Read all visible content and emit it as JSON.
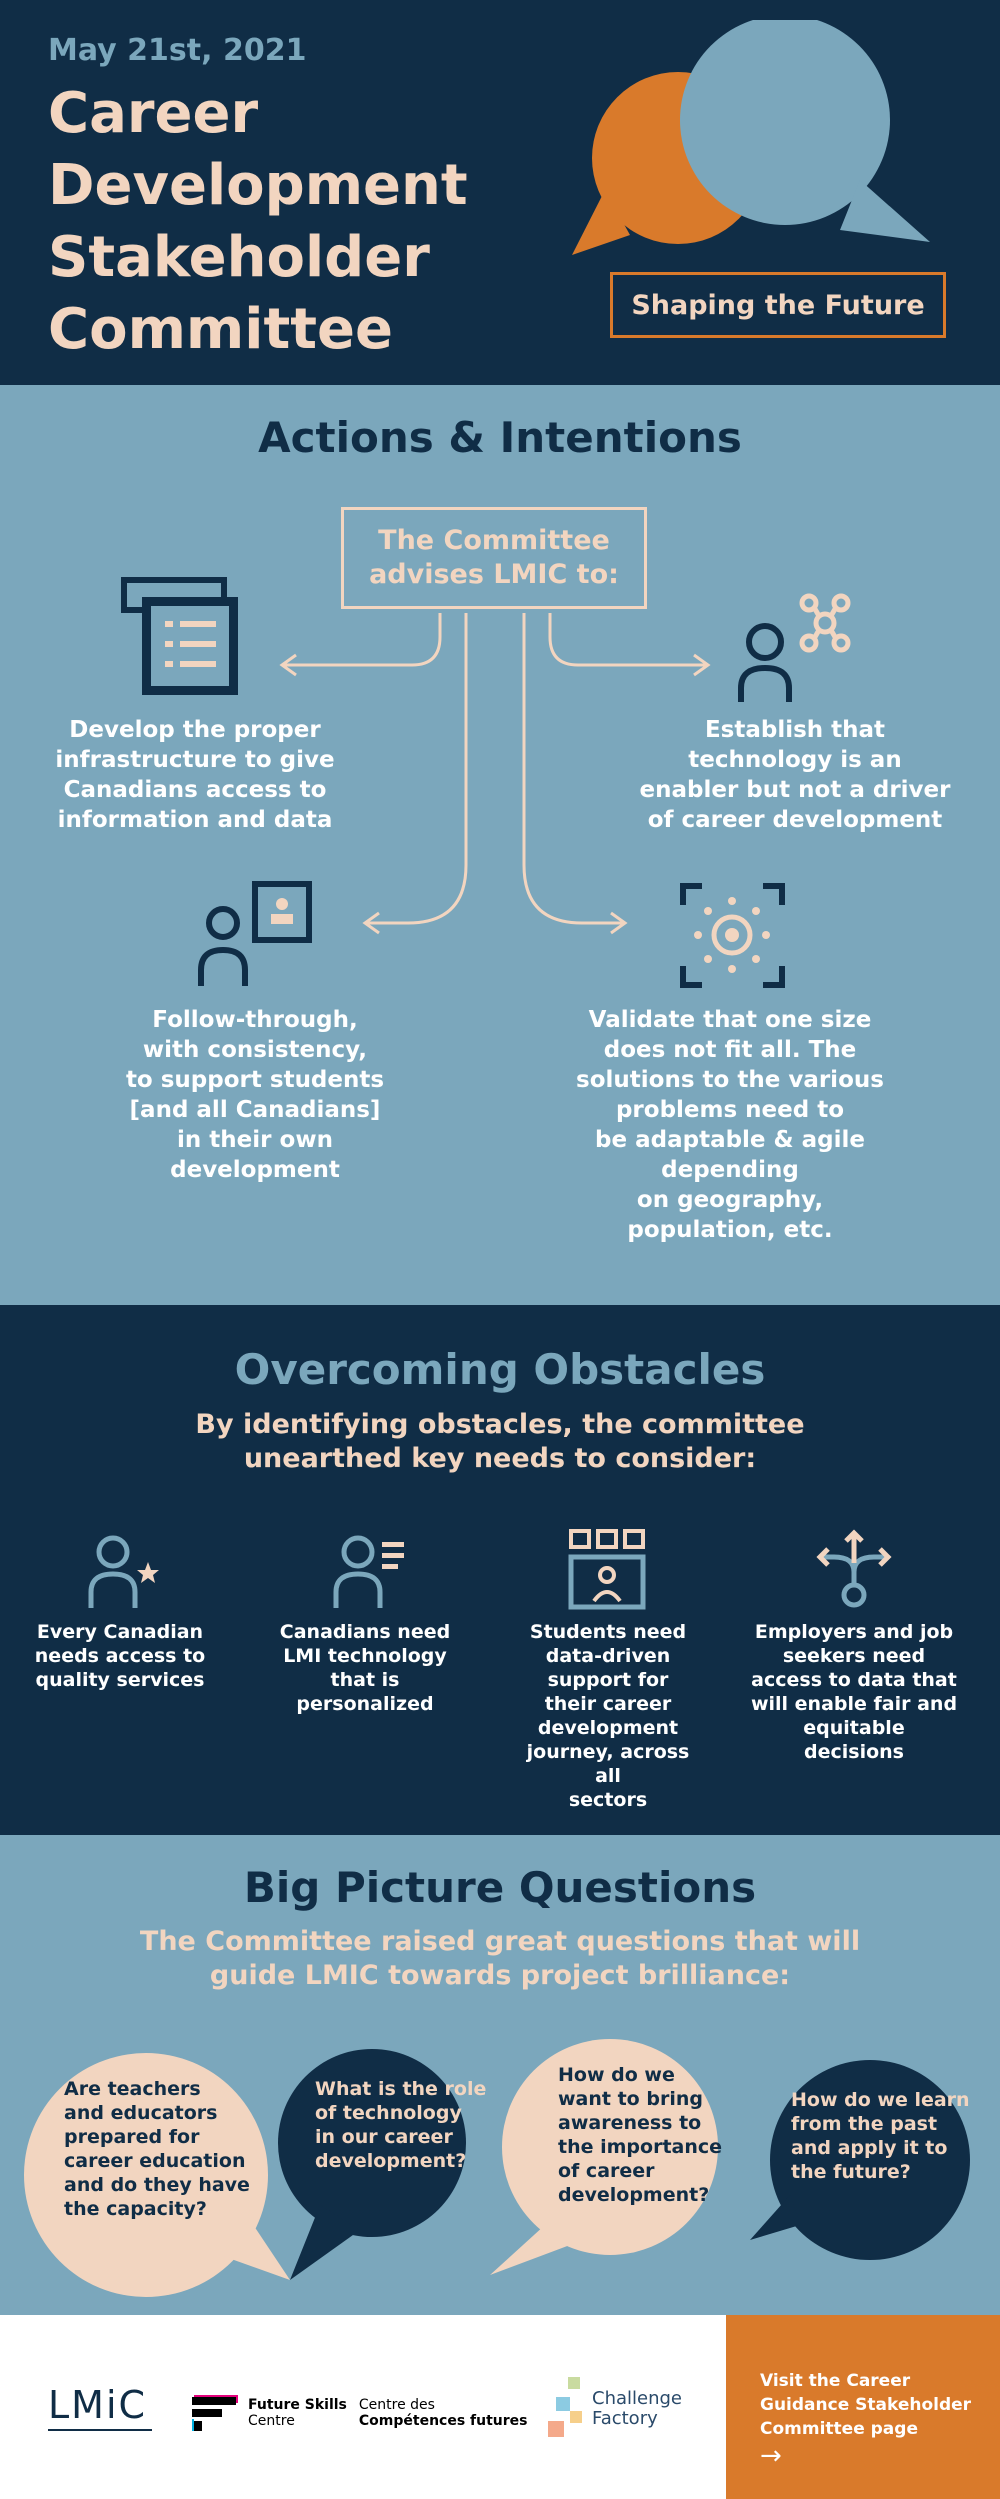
{
  "header": {
    "date": "May 21st, 2021",
    "title_lines": [
      "Career",
      "Development",
      "Stakeholder",
      "Committee"
    ],
    "tagline": "Shaping the Future"
  },
  "actions": {
    "heading": "Actions & Intentions",
    "advises_line1": "The Committee",
    "advises_line2": "advises LMIC to:",
    "items": [
      {
        "lines": [
          "Develop the proper",
          "infrastructure to give",
          "Canadians access to",
          "information and data"
        ],
        "icon": "document-list-icon"
      },
      {
        "lines": [
          "Establish that",
          "technology is an",
          "enabler but not a driver",
          "of career development"
        ],
        "icon": "person-network-icon"
      },
      {
        "lines": [
          "Follow-through,",
          "with consistency,",
          "to support students",
          "[and all Canadians]",
          "in their own",
          "development"
        ],
        "icon": "person-id-card-icon"
      },
      {
        "lines": [
          "Validate that one size",
          "does not fit all. The",
          "solutions to the various",
          "problems need to",
          "be adaptable & agile",
          "depending",
          "on geography,",
          "population, etc."
        ],
        "icon": "target-scan-icon"
      }
    ]
  },
  "obstacles": {
    "heading": "Overcoming Obstacles",
    "sub_line1": "By identifying obstacles, the committee",
    "sub_line2": "unearthed key needs to consider:",
    "items": [
      {
        "lines": [
          "Every Canadian",
          "needs access to",
          "quality services"
        ],
        "icon": "person-star-icon"
      },
      {
        "lines": [
          "Canadians need",
          "LMI technology",
          "that is",
          "personalized"
        ],
        "icon": "person-list-icon"
      },
      {
        "lines": [
          "Students need",
          "data-driven",
          "support for",
          "their career",
          "development",
          "journey, across all",
          "sectors"
        ],
        "icon": "profile-board-icon"
      },
      {
        "lines": [
          "Employers and job",
          "seekers need",
          "access to data that",
          "will enable fair and",
          "equitable decisions"
        ],
        "icon": "branching-arrows-icon"
      }
    ]
  },
  "questions": {
    "heading": "Big Picture Questions",
    "sub_line1": "The Committee raised great questions that will",
    "sub_line2": "guide LMIC towards project brilliance:",
    "items": [
      {
        "lines": [
          "Are teachers",
          "and educators",
          "prepared for",
          "career education",
          "and do they have",
          "the capacity?"
        ]
      },
      {
        "lines": [
          "What is the role",
          "of technology",
          "in our career",
          "development?"
        ]
      },
      {
        "lines": [
          "How do we",
          "want to bring",
          "awareness to",
          "the importance",
          "of career",
          "development?"
        ]
      },
      {
        "lines": [
          "How do we learn",
          "from the past",
          "and apply it to",
          "the future?"
        ]
      }
    ]
  },
  "footer": {
    "lmic_logo": "LMiC",
    "fsc_en_1": "Future Skills",
    "fsc_en_2": "Centre",
    "fsc_fr_1": "Centre des",
    "fsc_fr_2": "Compétences futures",
    "cf_1": "Challenge",
    "cf_2": "Factory",
    "cta_lines": [
      "Visit the Career",
      "Guidance Stakeholder",
      "Committee page"
    ],
    "cta_arrow": "→"
  },
  "colors": {
    "navy": "#102d46",
    "blue": "#7ba7bc",
    "peach": "#f2d5c0",
    "orange": "#d97a2b"
  }
}
